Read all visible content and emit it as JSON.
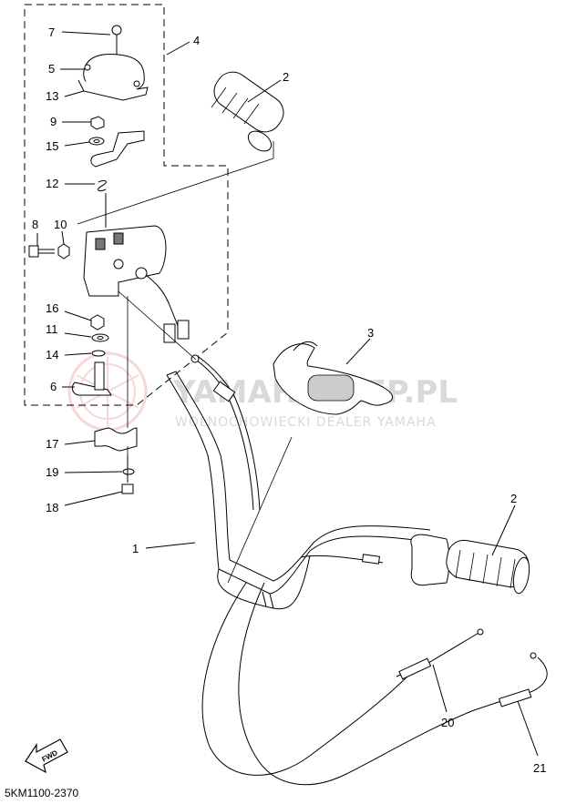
{
  "diagram": {
    "code": "5KM1100-2370",
    "fwd_label": "FWD",
    "watermark": {
      "main": "YAMAHAKLEP.PL",
      "sub": "WOLNOCHOWIECKI DEALER YAMAHA"
    },
    "callouts": {
      "c1": "1",
      "c2a": "2",
      "c2b": "2",
      "c3": "3",
      "c4": "4",
      "c5": "5",
      "c6": "6",
      "c7": "7",
      "c8": "8",
      "c9": "9",
      "c10": "10",
      "c11": "11",
      "c12": "12",
      "c13": "13",
      "c14": "14",
      "c15": "15",
      "c16": "16",
      "c17": "17",
      "c18": "18",
      "c19": "19",
      "c20": "20",
      "c21": "21"
    }
  }
}
